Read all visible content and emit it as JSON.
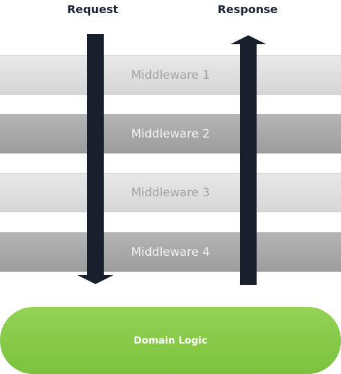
{
  "headings": {
    "request": "Request",
    "response": "Response"
  },
  "layers": [
    {
      "label": "Middleware 1"
    },
    {
      "label": "Middleware 2"
    },
    {
      "label": "Middleware 3"
    },
    {
      "label": "Middleware 4"
    }
  ],
  "core": {
    "label": "Domain Logic"
  },
  "colors": {
    "arrow": "#18202e",
    "core": "#86c94a",
    "layer_light": "#dedede",
    "layer_dark": "#a8a8a8"
  },
  "icons": {
    "request_arrow": "arrow-down",
    "response_arrow": "arrow-up"
  }
}
